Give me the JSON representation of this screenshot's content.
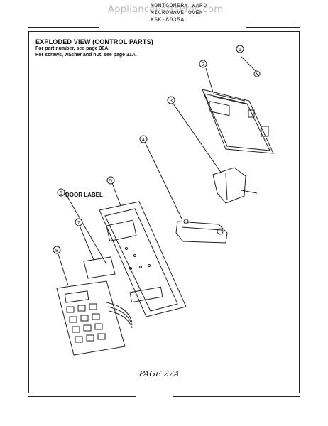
{
  "watermark": "AppliancePartsPros.com",
  "header": {
    "line1": "MONTGOMERY WARD",
    "line2": "MICROWAVE OVEN",
    "line3": "KSK-8035A"
  },
  "panel": {
    "title": "EXPLODED VIEW (CONTROL PARTS)",
    "note1": "For part number, see page 30A.",
    "note2": "For screws, washer and nut, see page 31A."
  },
  "callouts": [
    "1",
    "2",
    "3",
    "4",
    "5",
    "6",
    "7",
    "8"
  ],
  "door_label": "DOOR LABEL",
  "page_note": "PAGE 27A"
}
